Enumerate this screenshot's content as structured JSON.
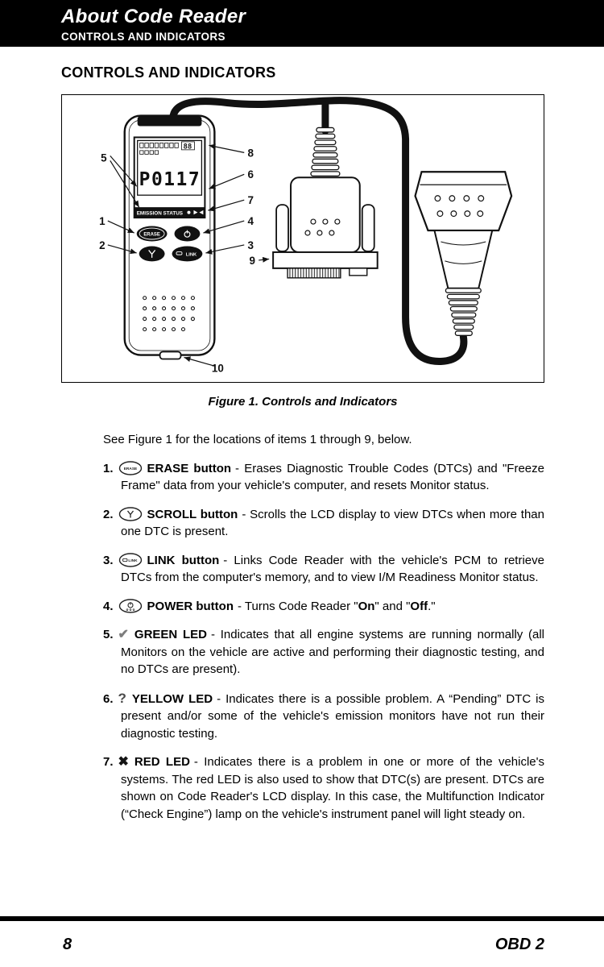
{
  "header": {
    "title": "About Code Reader",
    "subtitle": "CONTROLS AND INDICATORS"
  },
  "section": {
    "heading": "CONTROLS AND INDICATORS"
  },
  "figure": {
    "caption": "Figure 1. Controls and Indicators",
    "device": {
      "lcd_text": "P0117",
      "lcd_counter": "88",
      "emission_label": "EMISSION STATUS",
      "erase_label": "ERASE",
      "link_label": "LINK"
    },
    "callouts": {
      "c1": "1",
      "c2": "2",
      "c3": "3",
      "c4": "4",
      "c5": "5",
      "c6": "6",
      "c7": "7",
      "c8": "8",
      "c9": "9",
      "c10": "10"
    }
  },
  "intro": "See Figure 1 for the locations of items 1 through 9, below.",
  "items": [
    {
      "num": "1.",
      "label": "ERASE button",
      "text": "- Erases Diagnostic Trouble Codes (DTCs) and \"Freeze Frame\" data from your vehicle's computer, and resets Monitor status."
    },
    {
      "num": "2.",
      "label": "SCROLL button",
      "text": "- Scrolls the LCD display to view DTCs when more than one DTC is present."
    },
    {
      "num": "3.",
      "label": "LINK button",
      "text": "- Links Code Reader with the vehicle's PCM to retrieve DTCs from the computer's memory, and to view I/M Readiness Monitor status."
    },
    {
      "num": "4.",
      "label": "POWER button",
      "pre": "- Turns Code Reader \"",
      "on": "On",
      "mid": "\" and \"",
      "off": "Off",
      "post": ".\""
    },
    {
      "num": "5.",
      "label": "GREEN LED",
      "text": "- Indicates that all engine systems are running normally (all Monitors on the vehicle are active and performing their diagnostic testing, and no DTCs are present)."
    },
    {
      "num": "6.",
      "label": "YELLOW LED",
      "text": "- Indicates there is a possible problem. A “Pending” DTC is present and/or some of the vehicle's emission monitors have not run their diagnostic testing."
    },
    {
      "num": "7.",
      "label": "RED LED",
      "text": "- Indicates there is a problem in one or more of the vehicle's systems. The red LED is also used to show that DTC(s) are present. DTCs are shown on Code Reader's LCD display. In this case, the Multifunction Indicator (“Check Engine”) lamp on the vehicle's instrument panel will light steady on."
    }
  ],
  "leds": {
    "check": "✔",
    "question": "?",
    "cross": "✖"
  },
  "footer": {
    "page_number": "8",
    "doc_label": "OBD 2"
  }
}
